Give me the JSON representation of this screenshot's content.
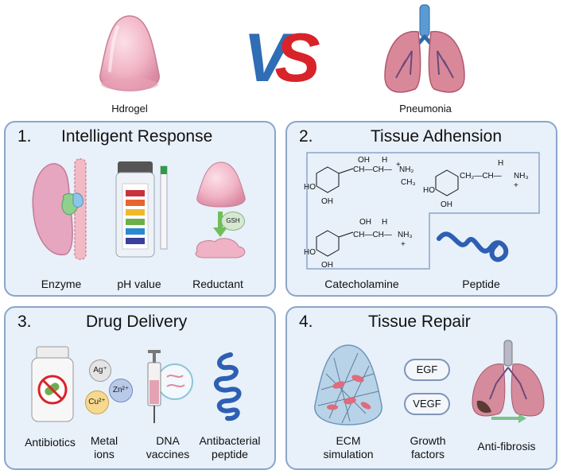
{
  "top": {
    "left_label": "Hdrogel",
    "right_label": "Pneumonia",
    "vs_text": "VS"
  },
  "panels": [
    {
      "number": "1.",
      "title": "Intelligent Response",
      "items": [
        "Enzyme",
        "pH value",
        "Reductant"
      ],
      "badge": "GSH"
    },
    {
      "number": "2.",
      "title": "Tissue Adhension",
      "items": [
        "Catecholamine",
        "Peptide"
      ]
    },
    {
      "number": "3.",
      "title": "Drug Delivery",
      "items": [
        "Antibiotics",
        "Metal\nions",
        "DNA\nvaccines",
        "Antibacterial\npeptide"
      ],
      "ions": [
        "Ag⁺",
        "Zn²⁺",
        "Cu²⁺"
      ]
    },
    {
      "number": "4.",
      "title": "Tissue Repair",
      "items": [
        "ECM\nsimulation",
        "Growth\nfactors",
        "Anti-fibrosis"
      ],
      "factors": [
        "EGF",
        "VEGF"
      ]
    }
  ],
  "chem": {
    "oh": "OH",
    "h": "H",
    "ho": "HO",
    "ch_ch": "CH—CH—",
    "nh2": "NH₂",
    "nh3": "NH₃",
    "ch3": "CH₃",
    "ch2_ch": "CH₂—CH—",
    "plus": "+"
  },
  "colors": {
    "panel_border": "#8aa6c9",
    "panel_fill": "#e8f0fa",
    "vs_blue": "#2f6db5",
    "vs_red": "#d8232a",
    "hydrogel_pink": "#f1b6c6"
  }
}
